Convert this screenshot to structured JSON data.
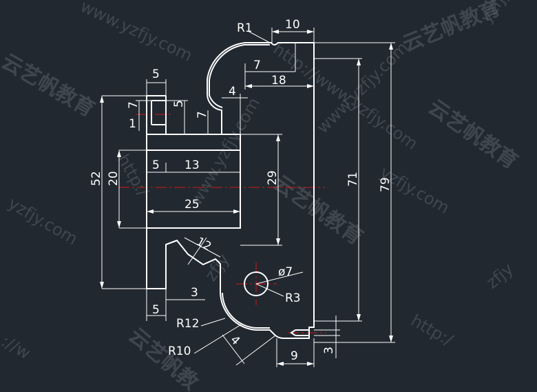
{
  "colors": {
    "background": "#212830",
    "outline": "#ffffff",
    "dimension": "#ffffff",
    "centerline": "#d01818",
    "watermark": "#5a6068"
  },
  "watermark": {
    "brand": "云艺帆教育",
    "url": "http://www.yzfjy.com",
    "url_fragment_a": "www.yzfjy.com",
    "url_fragment_b": "yzfjy.com",
    "url_fragment_c": "http:/",
    "url_fragment_d": "://w",
    "url_fragment_e": "zfjy",
    "url_fragment_f": "云艺帆教"
  },
  "dimensions": {
    "r1": "R1",
    "d10": "10",
    "d5_top": "5",
    "d7_top": "7",
    "d18": "18",
    "d4_top": "4",
    "d7_left": "7",
    "d1": "1",
    "d5_mid": "5",
    "d7_mid": "7",
    "d5_bore": "5",
    "d13": "13",
    "d52": "52",
    "d20": "20",
    "d29": "29",
    "d71": "71",
    "d79": "79",
    "d25": "25",
    "d12": "12",
    "phi7": "ø7",
    "r3": "R3",
    "d3_lower": "3",
    "d5_lower": "5",
    "r12": "R12",
    "r10": "R10",
    "d4_lower": "4",
    "d9": "9",
    "d3_right": "3"
  }
}
